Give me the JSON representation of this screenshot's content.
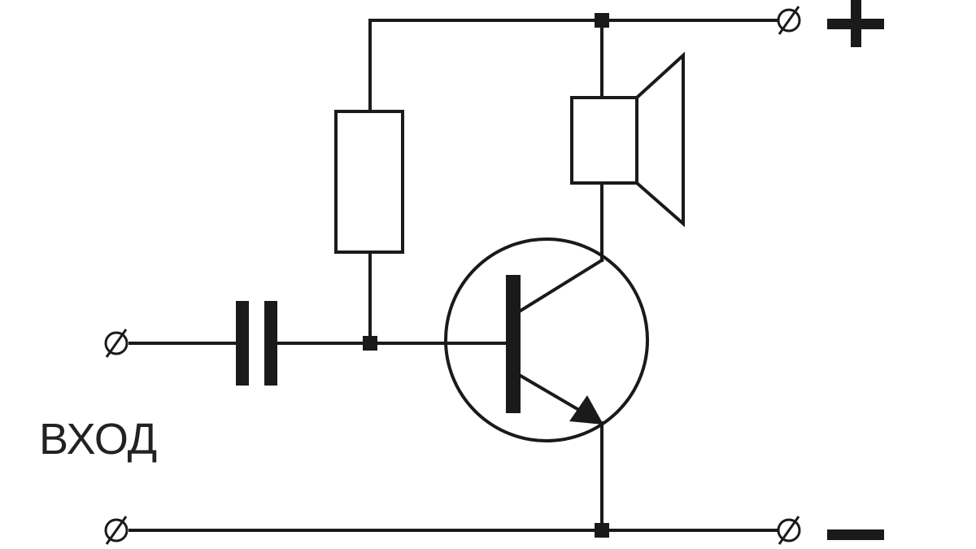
{
  "labels": {
    "input": "ВХОД",
    "plus": "+",
    "minus": "−"
  },
  "colors": {
    "ink": "#1a1a1a",
    "background": "#ffffff"
  },
  "components": {
    "input_capacitor": "capacitor-symbol",
    "bias_resistor": "resistor-symbol",
    "transistor": "npn-transistor-symbol",
    "load": "speaker-symbol",
    "terminals": "terminal-symbol"
  }
}
